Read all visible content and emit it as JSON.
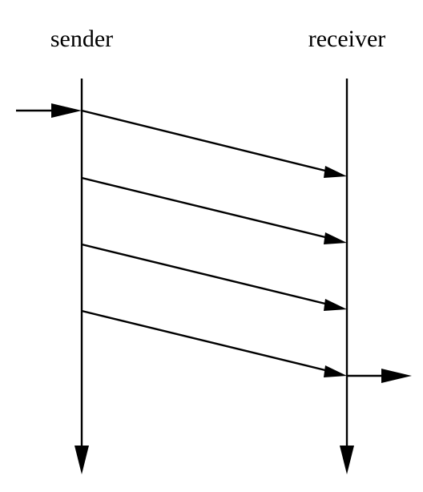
{
  "diagram": {
    "left_label": "sender",
    "right_label": "receiver",
    "messages": [
      {
        "from": "sender",
        "to": "receiver"
      },
      {
        "from": "sender",
        "to": "receiver"
      },
      {
        "from": "sender",
        "to": "receiver"
      },
      {
        "from": "sender",
        "to": "receiver"
      }
    ],
    "incoming_to": "sender",
    "outgoing_from": "receiver"
  }
}
